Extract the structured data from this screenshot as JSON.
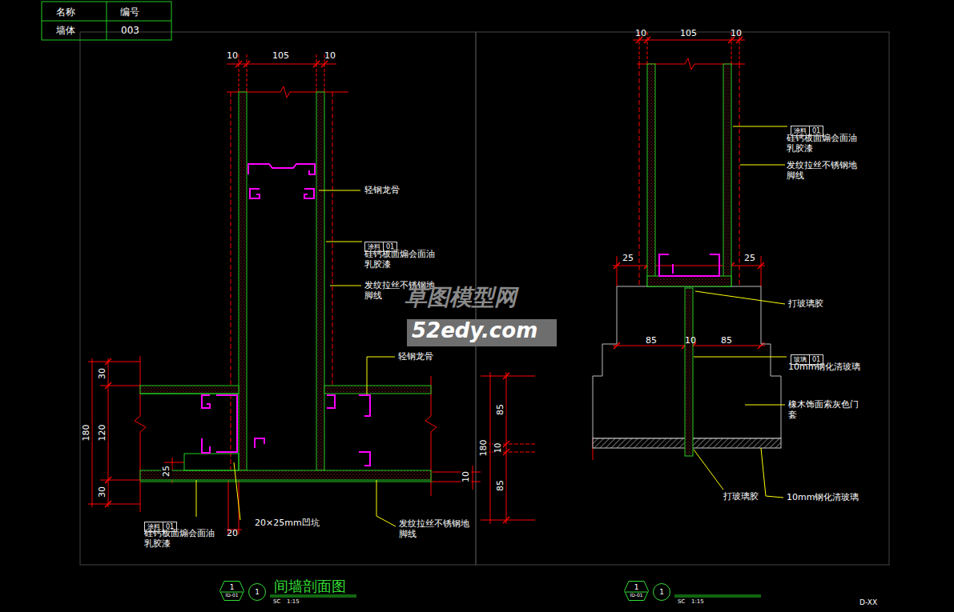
{
  "diagram": {
    "title": "间墙剖面图",
    "nodes": [
      {
        "text": [
          "涂料",
          "01"
        ]
      },
      {
        "text": [
          "涂料",
          "01"
        ]
      },
      {
        "text": [
          "涂料",
          "01"
        ]
      },
      {
        "text": [
          "玻璃",
          "01"
        ]
      },
      {
        "text": [
          "1",
          "ID-01"
        ]
      },
      {
        "text": [
          "1"
        ]
      },
      {
        "text": [
          "1",
          "ID-01"
        ]
      },
      {
        "text": [
          "1"
        ]
      }
    ],
    "labels": [
      "名称",
      "编号",
      "墙体",
      "003",
      "10",
      "105",
      "10",
      "轻钢龙骨",
      "硅钙板面煽会面油乳胶漆",
      "发纹拉丝不锈钢地脚线",
      "轻钢龙骨",
      "30",
      "120",
      "30",
      "180",
      "25",
      "20",
      "20×25mm凹坑",
      "硅钙板面煽会面油乳胶漆",
      "发纹拉丝不锈钢地脚线",
      "10",
      "85",
      "10",
      "85",
      "180",
      "10",
      "105",
      "10",
      "硅钙板面煽会面油乳胶漆",
      "发纹拉丝不锈钢地脚线",
      "25",
      "25",
      "打玻璃胶",
      "85",
      "10",
      "85",
      "10mm钢化清玻璃",
      "橡木饰面索灰色门套",
      "打玻璃胶",
      "10mm钢化清玻璃",
      "草图模型网",
      "52edy.com",
      "SC",
      "1:15",
      "间墙剖面图",
      "SC",
      "1:15",
      "D-XX"
    ]
  }
}
